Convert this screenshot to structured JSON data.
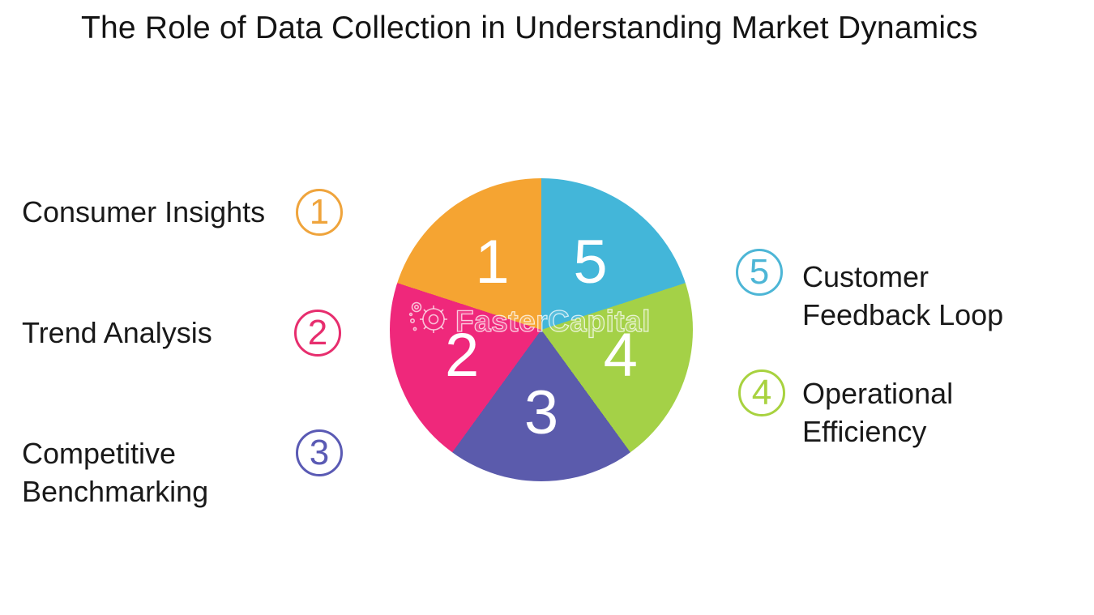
{
  "title": "The Role of Data Collection in Understanding Market Dynamics",
  "watermark": {
    "text": "FasterCapital",
    "icon": "gear-logo"
  },
  "chart_data": {
    "type": "pie",
    "title": "The Role of Data Collection in Understanding Market Dynamics",
    "legend_position": "left-and-right",
    "label_color": "#ffffff",
    "segments": [
      {
        "number": "5",
        "label": "Customer Feedback Loop",
        "value": 20,
        "color": "#43B6D9",
        "start_deg": 0,
        "end_deg": 72
      },
      {
        "number": "4",
        "label": "Operational Efficiency",
        "value": 20,
        "color": "#A4D147",
        "start_deg": 72,
        "end_deg": 144
      },
      {
        "number": "3",
        "label": "Competitive Benchmarking",
        "value": 20,
        "color": "#5B5BAC",
        "start_deg": 144,
        "end_deg": 216
      },
      {
        "number": "2",
        "label": "Trend Analysis",
        "value": 20,
        "color": "#EF287B",
        "start_deg": 216,
        "end_deg": 288
      },
      {
        "number": "1",
        "label": "Consumer Insights",
        "value": 20,
        "color": "#F5A432",
        "start_deg": 288,
        "end_deg": 360
      }
    ]
  },
  "legend_left": [
    {
      "number": "1",
      "color": "#EFA43C",
      "lines": [
        "Consumer Insights",
        ""
      ]
    },
    {
      "number": "2",
      "color": "#E72E6E",
      "lines": [
        "Trend Analysis",
        ""
      ]
    },
    {
      "number": "3",
      "color": "#5A5AB4",
      "lines": [
        "Competitive",
        "Benchmarking"
      ]
    }
  ],
  "legend_right": [
    {
      "number": "5",
      "color": "#4DB6D6",
      "lines": [
        "Customer",
        "Feedback Loop"
      ]
    },
    {
      "number": "4",
      "color": "#A8D23F",
      "lines": [
        "Operational",
        "Efficiency"
      ]
    }
  ]
}
